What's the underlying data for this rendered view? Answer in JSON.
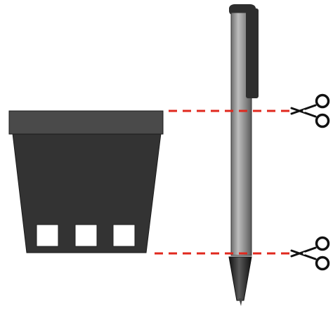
{
  "colors": {
    "background": "#ffffff",
    "pot_dark": "#333333",
    "pot_rim": "#4a4a4a",
    "pot_window": "#ffffff",
    "pen_body": "#8c8c8c",
    "pen_clip": "#2e2e2e",
    "pen_tip": "#1f1f1f",
    "cut_line": "#e0281e",
    "scissors": "#111111"
  },
  "objects": {
    "pot": {
      "name": "plant-pot",
      "window_count": 3
    },
    "pen": {
      "name": "pen"
    },
    "cut_lines": [
      {
        "name": "cut-line-top",
        "icon": "scissors-icon"
      },
      {
        "name": "cut-line-bottom",
        "icon": "scissors-icon"
      }
    ]
  }
}
